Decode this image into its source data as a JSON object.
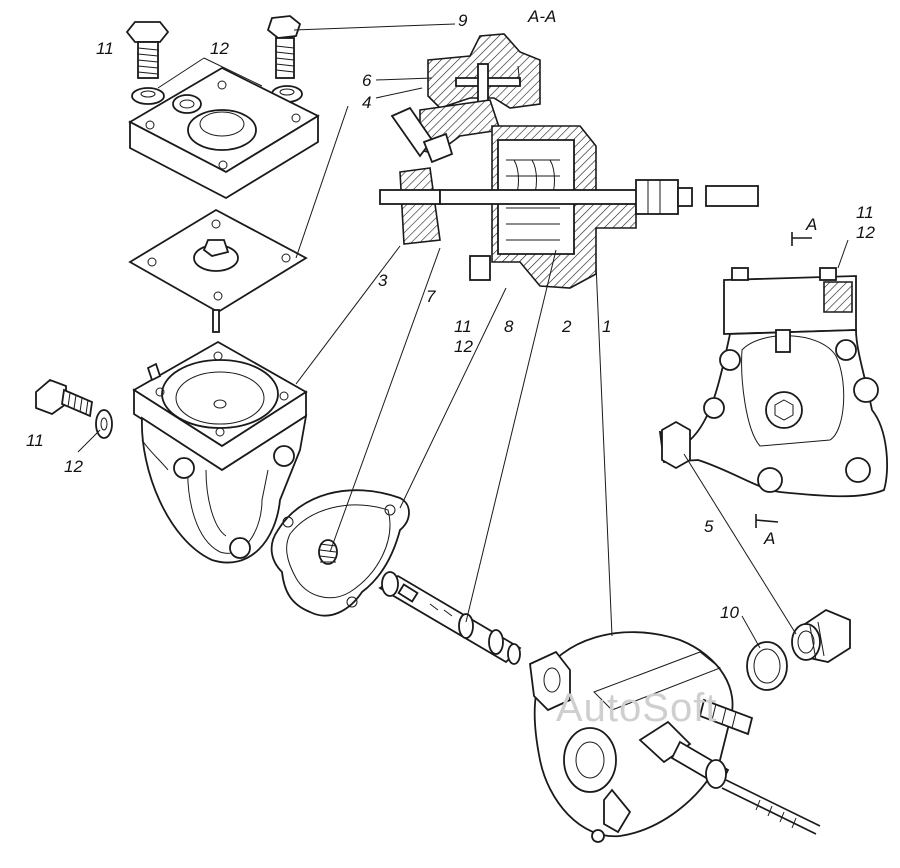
{
  "section_title": "А-А",
  "watermark": "AutoSoft",
  "callouts": {
    "c1": "1",
    "c2": "2",
    "c3": "3",
    "c4": "4",
    "c5": "5",
    "c6": "6",
    "c7": "7",
    "c8": "8",
    "c9": "9",
    "c10": "10",
    "c11_top": "11",
    "c12_top": "12",
    "c11_left": "11",
    "c12_left": "12",
    "c11_mid": "11",
    "c12_mid": "12",
    "c11_right": "11",
    "c12_right": "12",
    "sec_a_top": "А",
    "sec_a_bottom": "А"
  }
}
